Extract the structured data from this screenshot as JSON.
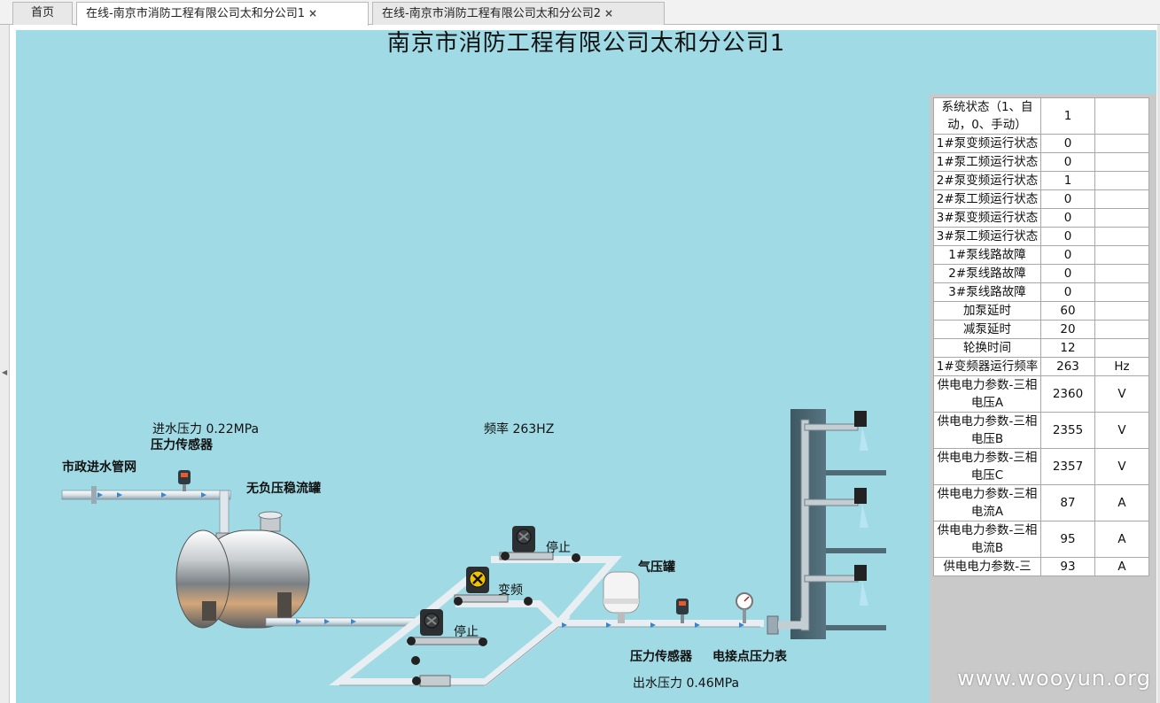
{
  "tabs": [
    {
      "label": "首页",
      "active": false
    },
    {
      "label": "在线-南京市消防工程有限公司太和分公司1",
      "active": true,
      "close": "×"
    },
    {
      "label": "在线-南京市消防工程有限公司太和分公司2",
      "active": false,
      "close": "×"
    }
  ],
  "panel": {
    "title": "南京市消防工程有限公司太和分公司1",
    "labels": {
      "inlet_pressure": "进水压力 0.22MPa",
      "pressure_sensor_in": "压力传感器",
      "municipal_pipe": "市政进水管网",
      "tank": "无负压稳流罐",
      "frequency": "频率 263HZ",
      "pump1_state": "停止",
      "pump2_state": "变频",
      "pump3_state": "停止",
      "air_tank": "气压罐",
      "pressure_sensor_out": "压力传感器",
      "gauge": "电接点压力表",
      "outlet_pressure": "出水压力 0.46MPa"
    }
  },
  "status_table": [
    {
      "name": "系统状态（1、自动，0、手动）",
      "value": "1",
      "unit": ""
    },
    {
      "name": "1#泵变频运行状态",
      "value": "0",
      "unit": ""
    },
    {
      "name": "1#泵工频运行状态",
      "value": "0",
      "unit": ""
    },
    {
      "name": "2#泵变频运行状态",
      "value": "1",
      "unit": ""
    },
    {
      "name": "2#泵工频运行状态",
      "value": "0",
      "unit": ""
    },
    {
      "name": "3#泵变频运行状态",
      "value": "0",
      "unit": ""
    },
    {
      "name": "3#泵工频运行状态",
      "value": "0",
      "unit": ""
    },
    {
      "name": "1#泵线路故障",
      "value": "0",
      "unit": ""
    },
    {
      "name": "2#泵线路故障",
      "value": "0",
      "unit": ""
    },
    {
      "name": "3#泵线路故障",
      "value": "0",
      "unit": ""
    },
    {
      "name": "加泵延时",
      "value": "60",
      "unit": ""
    },
    {
      "name": "减泵延时",
      "value": "20",
      "unit": ""
    },
    {
      "name": "轮换时间",
      "value": "12",
      "unit": ""
    },
    {
      "name": "1#变频器运行频率",
      "value": "263",
      "unit": "Hz"
    },
    {
      "name": "供电电力参数-三相电压A",
      "value": "2360",
      "unit": "V"
    },
    {
      "name": "供电电力参数-三相电压B",
      "value": "2355",
      "unit": "V"
    },
    {
      "name": "供电电力参数-三相电压C",
      "value": "2357",
      "unit": "V"
    },
    {
      "name": "供电电力参数-三相电流A",
      "value": "87",
      "unit": "A"
    },
    {
      "name": "供电电力参数-三相电流B",
      "value": "95",
      "unit": "A"
    },
    {
      "name": "供电电力参数-三",
      "value": "93",
      "unit": "A"
    }
  ],
  "watermark": "www.wooyun.org",
  "colors": {
    "panel_bg": "#a0dbe5",
    "pipe": "#e8eef2",
    "pipe_dark": "#5f7f8f",
    "wall": "#4a6670"
  }
}
